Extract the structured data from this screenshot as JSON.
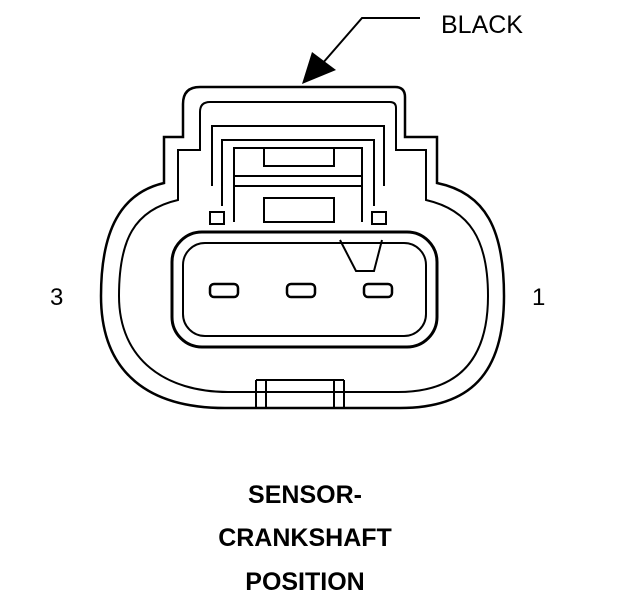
{
  "diagram": {
    "wire_color_label": "BLACK",
    "pin_left_label": "3",
    "pin_right_label": "1",
    "caption_lines": [
      "SENSOR-",
      "CRANKSHAFT",
      "POSITION"
    ],
    "pin_count": 3
  },
  "colors": {
    "line": "#000000",
    "background": "#ffffff"
  }
}
